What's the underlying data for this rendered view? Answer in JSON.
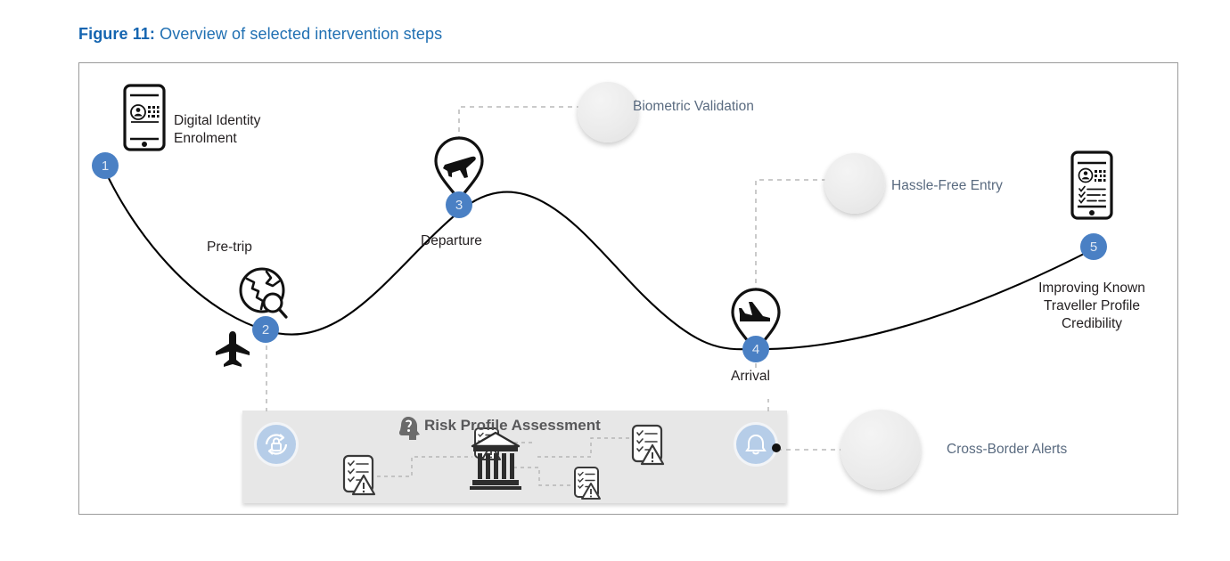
{
  "caption": {
    "label": "Figure 11:",
    "text": " Overview of selected intervention steps"
  },
  "colors": {
    "caption_blue": "#1565b0",
    "marker_blue": "#4a80c4",
    "panel_gray": "#e7e7e7",
    "badge_gray": "#ebebeb",
    "icon_badge_blue": "#b6cde8",
    "label_text": "#231f20",
    "muted_label_text": "#5a6b80",
    "frame_border": "#9a9a9a"
  },
  "journey": {
    "steps": [
      {
        "number": "1",
        "stage_label": "",
        "title": "Digital Identity\nEnrolment",
        "icon": "phone-id-qr-icon"
      },
      {
        "number": "2",
        "stage_label": "Pre-trip",
        "title": "",
        "icon": "globe-search-icon"
      },
      {
        "number": "3",
        "stage_label": "Departure",
        "title": "",
        "icon": "pin-plane-departure-icon"
      },
      {
        "number": "4",
        "stage_label": "Arrival",
        "title": "",
        "icon": "pin-plane-arrival-icon"
      },
      {
        "number": "5",
        "stage_label": "",
        "title": "Improving Known\nTraveller Profile\nCredibility",
        "icon": "phone-profile-checklist-icon"
      }
    ]
  },
  "callouts": [
    {
      "label": "Biometric Validation",
      "icon": "cctv-camera-icon"
    },
    {
      "label": "Hassle-Free Entry",
      "icon": "exit-door-arrow-icon"
    },
    {
      "label": "Cross-Border Alerts",
      "icon": "phone-bell-icon"
    }
  ],
  "risk_panel": {
    "title": "Risk Profile Assessment",
    "title_icon": "head-question-icon",
    "left_icon": "lock-refresh-icon",
    "right_icon": "bell-icon",
    "node_icons": [
      "checklist-warning-icon",
      "checklist-warning-icon",
      "government-building-icon",
      "checklist-warning-icon",
      "checklist-warning-icon"
    ]
  },
  "labels": {
    "pretrip": "Pre-trip",
    "departure": "Departure",
    "arrival": "Arrival",
    "digital_identity_l1": "Digital Identity",
    "digital_identity_l2": "Enrolment",
    "improving_l1": "Improving Known",
    "improving_l2": "Traveller Profile",
    "improving_l3": "Credibility",
    "biometric": "Biometric Validation",
    "hassle": "Hassle-Free Entry",
    "crossborder": "Cross-Border Alerts",
    "risk": "Risk Profile Assessment"
  }
}
